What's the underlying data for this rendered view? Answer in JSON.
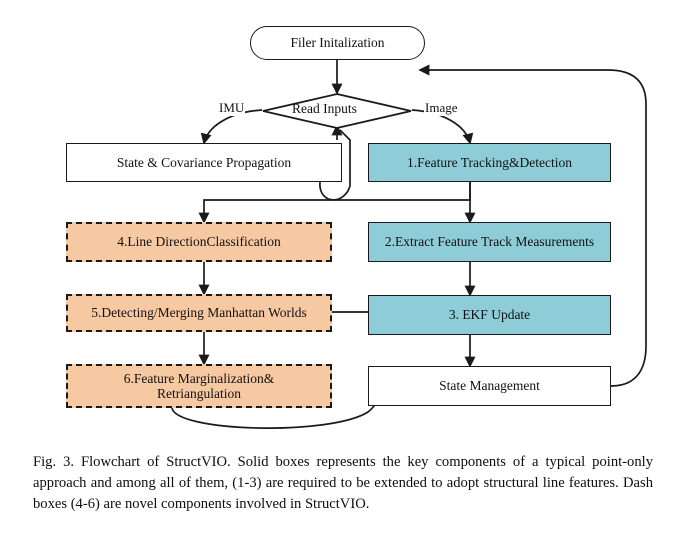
{
  "figure": {
    "nodes": {
      "filter_init": "Filer Initalization",
      "read_inputs": "Read Inputs",
      "state_cov_prop": "State & Covariance Propagation",
      "feature_tracking": "1.Feature Tracking&Detection",
      "extract_measurements": "2.Extract Feature Track Measurements",
      "ekf_update": "3. EKF Update",
      "line_direction": "4.Line DirectionClassification",
      "manhattan_worlds": "5.Detecting/Merging Manhattan Worlds",
      "feature_marginalization_line1": "6.Feature Marginalization&",
      "feature_marginalization_line2": "Retriangulation",
      "state_management": "State Management"
    },
    "edge_labels": {
      "imu": "IMU",
      "image": "Image"
    },
    "colors": {
      "cyan_fill": "#8ecdd8",
      "orange_fill": "#f7c9a3",
      "stroke": "#1a1a1a",
      "white_fill": "#ffffff"
    }
  },
  "caption": {
    "text": "Fig. 3.   Flowchart of StructVIO. Solid boxes represents the key components of a typical point-only approach and among all of them, (1-3) are required to be extended to adopt structural line features. Dash boxes (4-6) are novel components involved in StructVIO."
  }
}
